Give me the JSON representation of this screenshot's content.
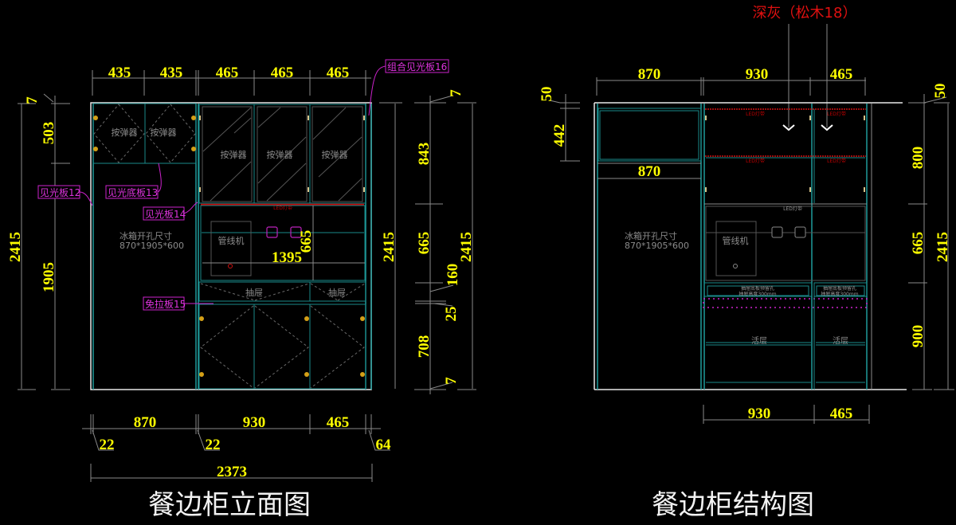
{
  "drawings": [
    {
      "id": "elevation",
      "title": "餐边柜立面图",
      "top_dims": [
        "435",
        "435",
        "465",
        "465",
        "465"
      ],
      "left_dims": {
        "top_offset": "7",
        "upper": "503",
        "lower": "1905",
        "total": "2415"
      },
      "right_dims": {
        "top_offset": "7",
        "upper": "843",
        "middle": "665",
        "gap": "160",
        "board": "25",
        "lower": "708",
        "bottom_offset": "7",
        "total_inner": "2415",
        "total_outer": "2415"
      },
      "bottom_dims": {
        "widths": [
          "870",
          "930",
          "465"
        ],
        "gaps": [
          "22",
          "22",
          "64"
        ],
        "overall": "2373"
      },
      "inner_dims": {
        "width": "1395",
        "height": "665"
      },
      "labels": {
        "push_latch": "按弹器",
        "fridge_title": "冰箱开孔尺寸",
        "fridge_size": "870*1905*600",
        "pipeline": "管线机",
        "drawer": "抽屉",
        "led": "LED灯带"
      },
      "tags": [
        "见光板12",
        "见光底板13",
        "见光板14",
        "免拉板15",
        "组合见光板16"
      ]
    },
    {
      "id": "structure",
      "title": "餐边柜结构图",
      "material_note": "深灰（松木18）",
      "top_dims": [
        "870",
        "930",
        "465"
      ],
      "upper_inner_dim": "870",
      "left_dims": {
        "top_offset": "50",
        "upper": "442"
      },
      "right_dims": {
        "top_offset": "50",
        "upper": "800",
        "middle": "665",
        "lower": "900",
        "total": "2415"
      },
      "bottom_dims": [
        "930",
        "465"
      ],
      "labels": {
        "fridge_title": "冰箱开孔尺寸",
        "fridge_size": "870*1905*600",
        "pipeline": "管线机",
        "shelf": "活层",
        "led": "LED灯带",
        "drawer_note": "抽屉底板预留孔",
        "drawer_note2": "抽屉高度300mm"
      }
    }
  ]
}
